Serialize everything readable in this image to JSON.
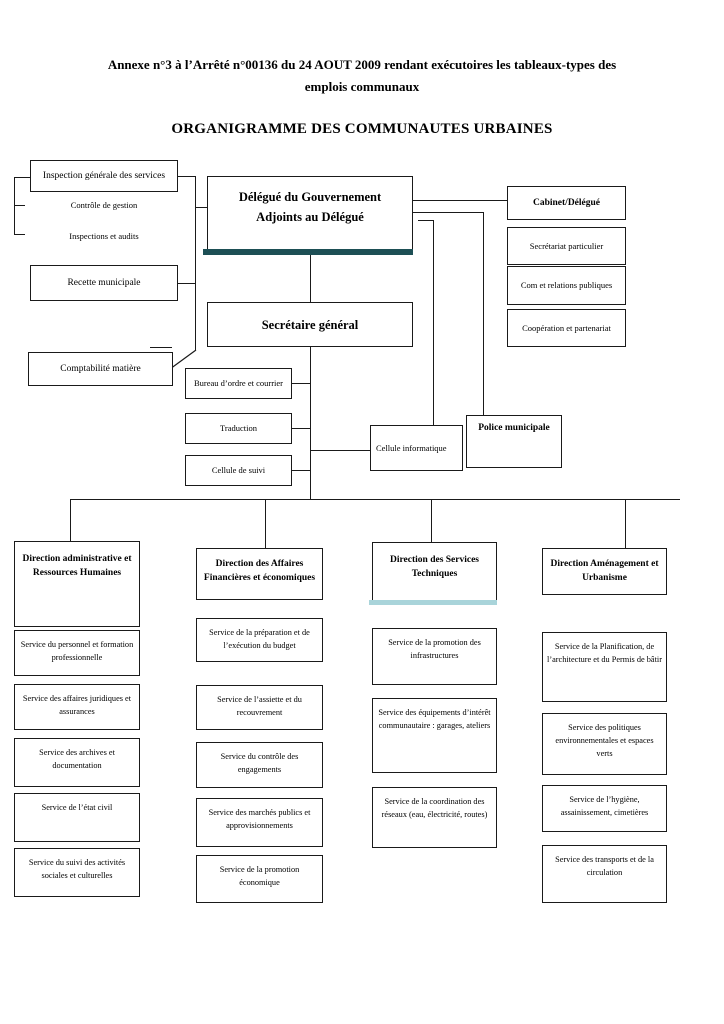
{
  "titles": {
    "annexe": "Annexe n°3 à l’Arrêté n°00136 du 24 AOUT 2009 rendant exécutoires les tableaux-types des emplois communaux",
    "main": "ORGANIGRAMME DES COMMUNAUTES URBAINES"
  },
  "org": {
    "inspection": "Inspection générale des services",
    "controle": "Contrôle de gestion",
    "audits": "Inspections et audits",
    "recette": "Recette municipale",
    "comptabilite": "Comptabilité matière",
    "delegue_l1": "Délégué du Gouvernement",
    "delegue_l2": "Adjoints au Délégué",
    "secretaire": "Secrétaire général",
    "bureau": "Bureau d’ordre et courrier",
    "traduction": "Traduction",
    "cellule_suivi": "Cellule de suivi",
    "cellule_informatique": "Cellule informatique",
    "police": "Police municipale",
    "cabinet": "Cabinet/Délégué",
    "secretariat_particulier": "Secrétariat particulier",
    "com_relations": "Com et relations publiques",
    "cooperation": "Coopération et partenariat"
  },
  "directions": [
    {
      "title": "Direction administrative et Ressources Humaines",
      "services": [
        "Service du personnel et formation professionnelle",
        "Service des affaires juridiques et assurances",
        "Service des archives et documentation",
        "Service de l’état civil",
        "Service du suivi des activités sociales et culturelles"
      ]
    },
    {
      "title": "Direction des Affaires Financières et économiques",
      "services": [
        "Service de la préparation et de l’exécution du budget",
        "Service de l’assiette et du recouvrement",
        "Service du contrôle des engagements",
        "Service des marchés publics et approvisionnements",
        "Service de la promotion économique"
      ]
    },
    {
      "title": "Direction des Services Techniques",
      "services": [
        "Service de la promotion des infrastructures",
        "Service des équipements d’intérêt communautaire : garages, ateliers",
        "Service de la coordination des réseaux (eau, électricité, routes)"
      ]
    },
    {
      "title": "Direction Aménagement et Urbanisme",
      "services": [
        "Service de la Planification, de l’architecture et du Permis de bâtir",
        "Service des politiques environnementales et espaces verts",
        "Service de l’hygiène, assainissement, cimetières",
        "Service des transports et de la circulation"
      ]
    }
  ],
  "colors": {
    "line": "#1a1a1a",
    "box_border": "#1a1a1a",
    "shadow_dark": "#1d4f55",
    "shadow_light": "#a9d4da"
  }
}
